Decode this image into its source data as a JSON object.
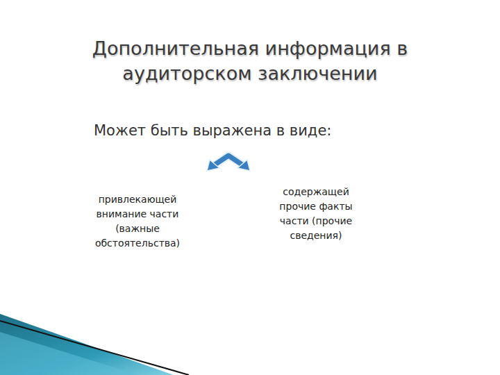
{
  "diagram": {
    "title": "Дополнительная информация в аудиторском заключении",
    "labels": [
      "Может быть выражена в виде:",
      "привлекающей внимание части (важные обстоятельства)",
      "содержащей прочие факты части (прочие сведения)"
    ]
  }
}
